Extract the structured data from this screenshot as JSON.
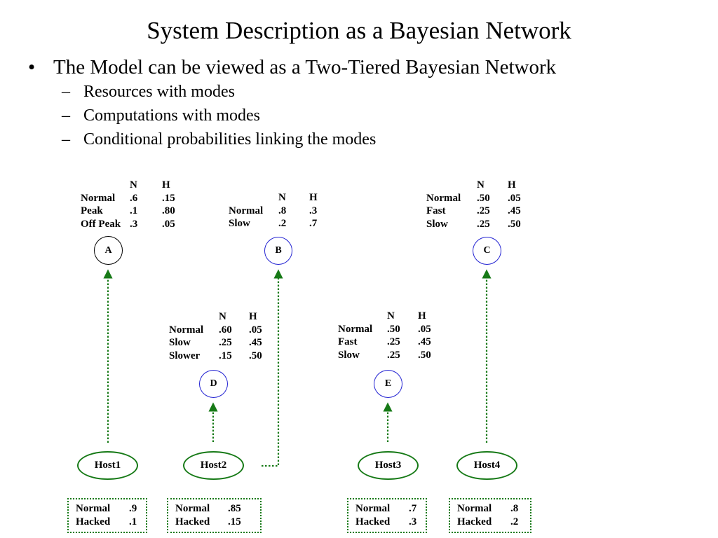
{
  "title": "System Description as a Bayesian Network",
  "bullets": {
    "main": "The Model can be viewed as a Two-Tiered Bayesian Network",
    "sub": [
      "Resources with modes",
      "Computations with modes",
      "Conditional probabilities linking the modes"
    ]
  },
  "bullet_symbol": "•",
  "dash_symbol": "–",
  "colors": {
    "link": "#177a17",
    "computation_node": "#2323d2",
    "resource_node": "#000000"
  },
  "nodes": {
    "A": {
      "label": "A",
      "col_n": "N",
      "col_h": "H",
      "rows": [
        {
          "mode": "Normal",
          "n": ".6",
          "h": ".15"
        },
        {
          "mode": "Peak",
          "n": ".1",
          "h": ".80"
        },
        {
          "mode": "Off Peak",
          "n": ".3",
          "h": ".05"
        }
      ]
    },
    "B": {
      "label": "B",
      "col_n": "N",
      "col_h": "H",
      "rows": [
        {
          "mode": "Normal",
          "n": ".8",
          "h": ".3"
        },
        {
          "mode": "Slow",
          "n": ".2",
          "h": ".7"
        }
      ]
    },
    "C": {
      "label": "C",
      "col_n": "N",
      "col_h": "H",
      "rows": [
        {
          "mode": "Normal",
          "n": ".50",
          "h": ".05"
        },
        {
          "mode": "Fast",
          "n": ".25",
          "h": ".45"
        },
        {
          "mode": "Slow",
          "n": ".25",
          "h": ".50"
        }
      ]
    },
    "D": {
      "label": "D",
      "col_n": "N",
      "col_h": "H",
      "rows": [
        {
          "mode": "Normal",
          "n": ".60",
          "h": ".05"
        },
        {
          "mode": "Slow",
          "n": ".25",
          "h": ".45"
        },
        {
          "mode": "Slower",
          "n": ".15",
          "h": ".50"
        }
      ]
    },
    "E": {
      "label": "E",
      "col_n": "N",
      "col_h": "H",
      "rows": [
        {
          "mode": "Normal",
          "n": ".50",
          "h": ".05"
        },
        {
          "mode": "Fast",
          "n": ".25",
          "h": ".45"
        },
        {
          "mode": "Slow",
          "n": ".25",
          "h": ".50"
        }
      ]
    }
  },
  "hosts": [
    {
      "label": "Host1",
      "rows": [
        {
          "mode": "Normal",
          "p": ".9"
        },
        {
          "mode": "Hacked",
          "p": ".1"
        }
      ]
    },
    {
      "label": "Host2",
      "rows": [
        {
          "mode": "Normal",
          "p": ".85"
        },
        {
          "mode": "Hacked",
          "p": ".15"
        }
      ]
    },
    {
      "label": "Host3",
      "rows": [
        {
          "mode": "Normal",
          "p": ".7"
        },
        {
          "mode": "Hacked",
          "p": ".3"
        }
      ]
    },
    {
      "label": "Host4",
      "rows": [
        {
          "mode": "Normal",
          "p": ".8"
        },
        {
          "mode": "Hacked",
          "p": ".2"
        }
      ]
    }
  ],
  "edges": [
    {
      "from": "Host1",
      "to": "A"
    },
    {
      "from": "Host2",
      "to": "D"
    },
    {
      "from": "Host2",
      "to": "B"
    },
    {
      "from": "Host3",
      "to": "E"
    },
    {
      "from": "Host4",
      "to": "C"
    }
  ]
}
